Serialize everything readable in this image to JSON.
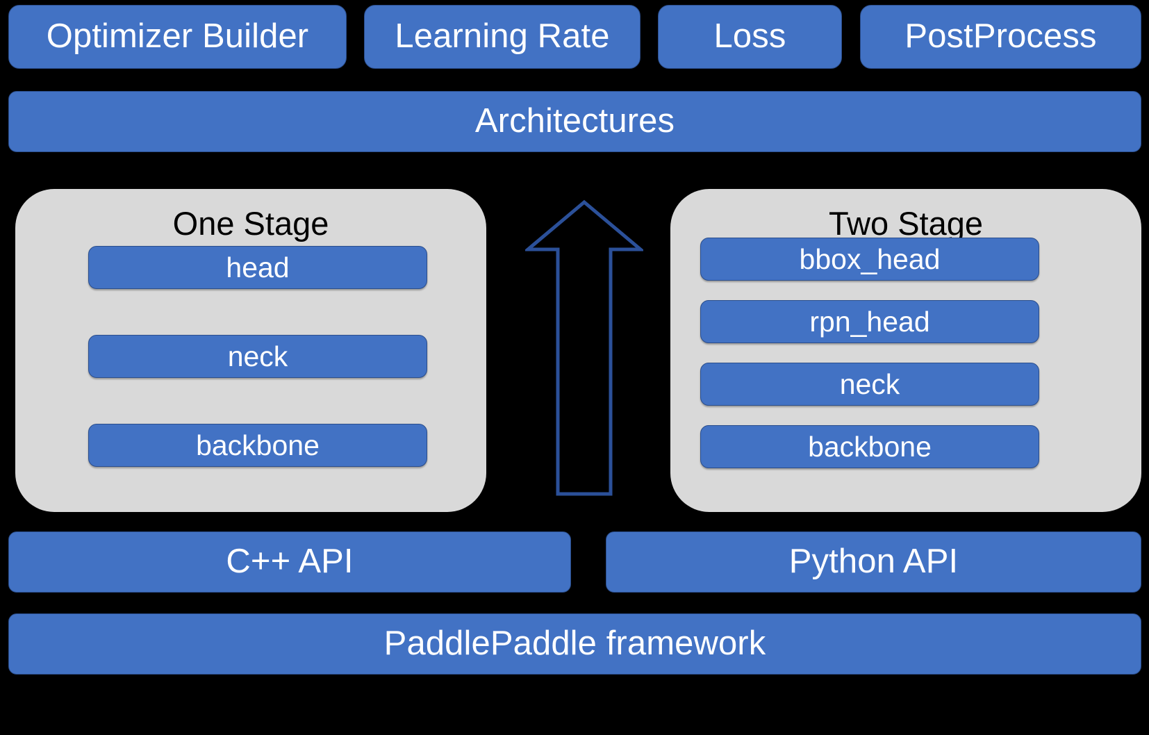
{
  "diagram": {
    "title": "PaddleDetection modular architecture",
    "colors": {
      "background": "#000000",
      "module_blue": "#4272C4",
      "module_blue_border": "#2B4E8C",
      "panel_grey": "#D9D9D9",
      "arrow_stroke": "#2B5099",
      "module_text": "#FFFFFF",
      "panel_title_text": "#000000"
    },
    "top_modules": [
      {
        "label": "Optimizer Builder"
      },
      {
        "label": "Learning Rate"
      },
      {
        "label": "Loss"
      },
      {
        "label": "PostProcess"
      }
    ],
    "architectures_band": {
      "label": "Architectures"
    },
    "stages": [
      {
        "title": "One Stage",
        "components": [
          {
            "label": "head"
          },
          {
            "label": "neck"
          },
          {
            "label": "backbone"
          }
        ]
      },
      {
        "title": "Two Stage",
        "components": [
          {
            "label": "bbox_head"
          },
          {
            "label": "rpn_head"
          },
          {
            "label": "neck"
          },
          {
            "label": "backbone"
          }
        ]
      }
    ],
    "arrow": {
      "name": "up-arrow",
      "direction": "up",
      "style": "outlined block arrow",
      "stroke": "#2B5099"
    },
    "api_row": [
      {
        "label": "C++ API"
      },
      {
        "label": "Python API"
      }
    ],
    "framework_band": {
      "label": "PaddlePaddle framework"
    }
  }
}
